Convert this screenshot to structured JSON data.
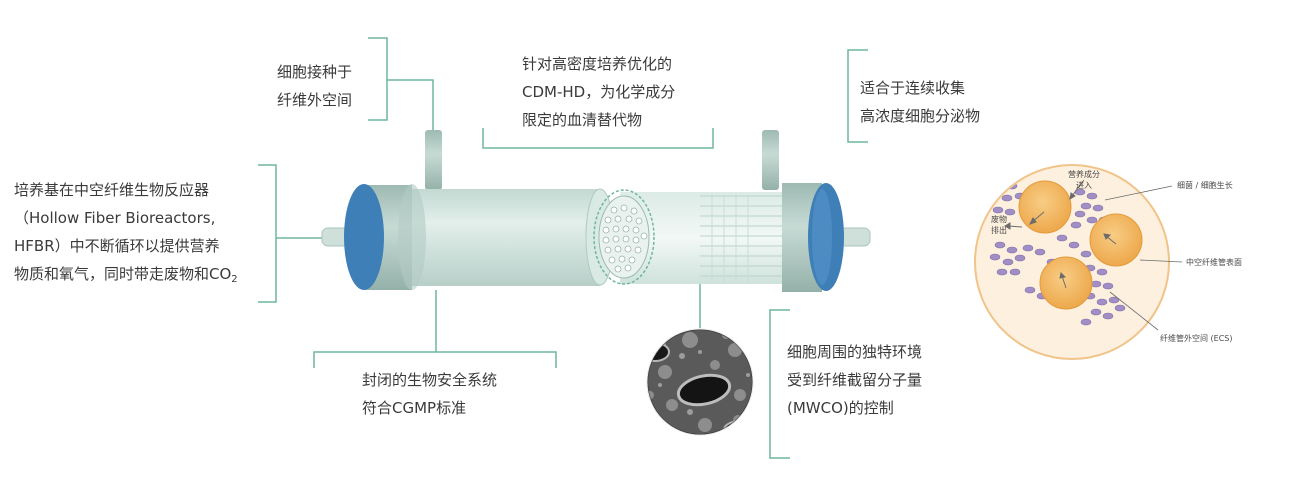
{
  "colors": {
    "bracket": "#6fb5a0",
    "tube_body": "#cfe2dc",
    "tube_cap": "#a9c4bd",
    "end_blue": "#3f7fb8",
    "cell": "#f2b45c",
    "bacteria": "#a08ec5",
    "circle_fill": "#fdf0de",
    "circle_stroke": "#f0c48a"
  },
  "labels": {
    "seeding": [
      "细胞接种于",
      "纤维外空间"
    ],
    "cdm": [
      "针对高密度培养优化的",
      "CDM-HD，为化学成分",
      "限定的血清替代物"
    ],
    "harvest": [
      "适合于连续收集",
      "高浓度细胞分泌物"
    ],
    "medium": [
      "培养基在中空纤维生物反应器",
      "（Hollow Fiber Bioreactors,",
      "HFBR）中不断循环以提供营养",
      "物质和氧气，同时带走废物和CO"
    ],
    "medium_sub": "2",
    "closed": [
      "封闭的生物安全系统",
      "符合CGMP标准"
    ],
    "micro": [
      "细胞周围的独特环境",
      "受到纤维截留分子量",
      "(MWCO)的控制"
    ]
  },
  "inset": {
    "nutrients": [
      "营养成分",
      "进入"
    ],
    "waste": [
      "废物",
      "排出"
    ],
    "growth": "细菌 / 细胞生长",
    "surface": "中空纤维管表面",
    "ecs": "纤维管外空间 (ECS)"
  },
  "icons": [
    "hollow-fiber-cartridge-icon",
    "fiber-cross-section-icon",
    "micrograph-icon",
    "cell-inset-icon"
  ]
}
